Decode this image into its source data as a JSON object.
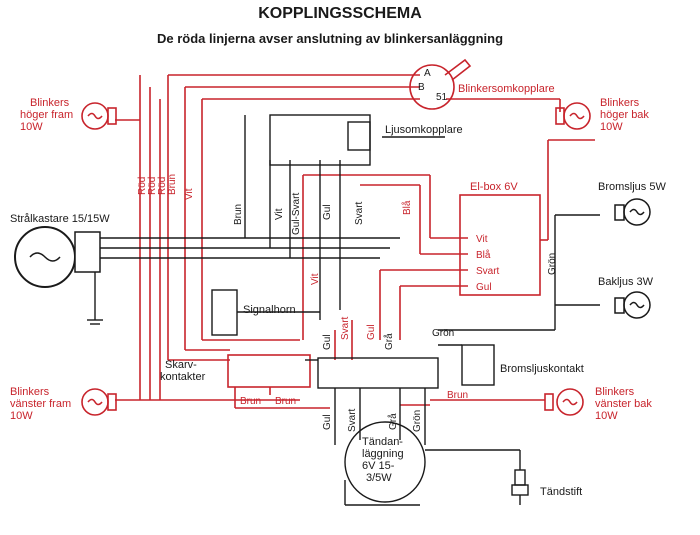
{
  "title": "KOPPLINGSSCHEMA",
  "subtitle": "De röda linjerna avser anslutning av blinkersanläggning",
  "labels": {
    "blinker_front_right": [
      "Blinkers",
      "höger fram",
      "10W"
    ],
    "blinker_rear_right": [
      "Blinkers",
      "höger bak",
      "10W"
    ],
    "blinker_front_left": [
      "Blinkers",
      "vänster fram",
      "10W"
    ],
    "blinker_rear_left": [
      "Blinkers",
      "vänster bak",
      "10W"
    ],
    "headlamp": "Strålkastare 15/15W",
    "blinker_switch": "Blinkersomkopplare",
    "light_switch": "Ljusomkopplare",
    "elbox_title": "El-box 6V",
    "elbox_terminals": [
      "Vit",
      "Blå",
      "Svart",
      "Gul"
    ],
    "brake_light": "Bromsljus 5W",
    "tail_light": "Bakljus 3W",
    "horn": "Signalhorn",
    "joint_contacts": [
      "Skarv-",
      "kontakter"
    ],
    "brake_switch": "Bromsljuskontakt",
    "ignition": [
      "Tändan-",
      "läggning",
      "6V 15-",
      "3/5W"
    ],
    "spark_plug": "Tändstift",
    "switch_terminals": [
      "A",
      "B",
      "51"
    ]
  },
  "wire_labels": {
    "red_bundle": [
      "Röd",
      "Röd",
      "Röd",
      "Brun",
      "Vit"
    ],
    "vert_black": [
      "Brun",
      "Vit",
      "Gul-Svart",
      "Gul",
      "Svart"
    ],
    "bla": "Blå",
    "vit_red": "Vit",
    "gron": "Grön",
    "gron_top": "Grön",
    "mid": [
      "Gul",
      "Svart",
      "Gul",
      "Grå"
    ],
    "brun_bottom": [
      "Brun",
      "Brun"
    ],
    "brun_right": "Brun",
    "ign": [
      "Gul",
      "Svart",
      "Grå",
      "Grön"
    ]
  },
  "colors": {
    "red": "#c8242c",
    "black": "#1a1a1a"
  }
}
